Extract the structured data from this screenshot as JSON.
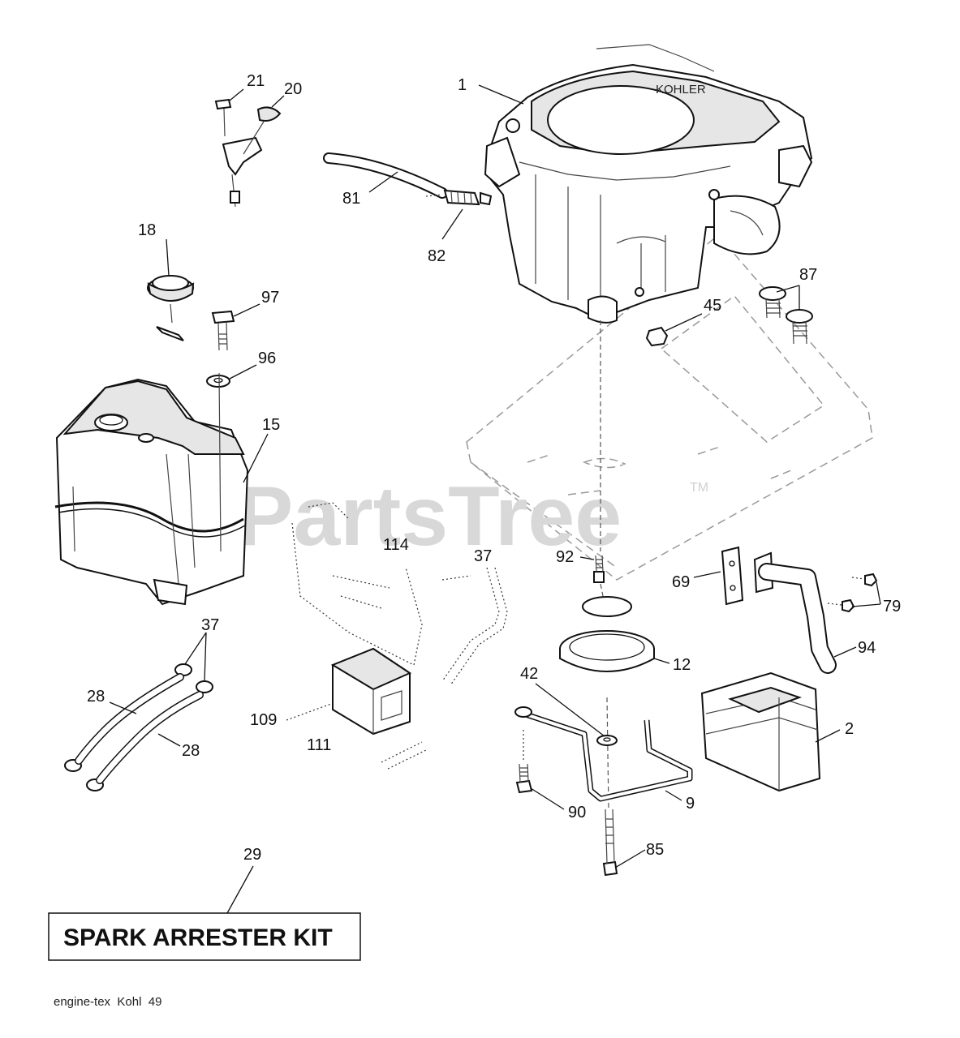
{
  "watermark": {
    "text": "PartsTree",
    "tm": "TM"
  },
  "labels": {
    "p1": "1",
    "p2": "2",
    "p9": "9",
    "p12": "12",
    "p15": "15",
    "p18": "18",
    "p20": "20",
    "p21": "21",
    "p28a": "28",
    "p28b": "28",
    "p29": "29",
    "p37a": "37",
    "p37b": "37",
    "p42": "42",
    "p45": "45",
    "p69": "69",
    "p79": "79",
    "p81": "81",
    "p82": "82",
    "p85": "85",
    "p87": "87",
    "p90": "90",
    "p92": "92",
    "p94": "94",
    "p96": "96",
    "p97": "97",
    "p109": "109",
    "p111": "111",
    "p114": "114"
  },
  "kit": {
    "label": "SPARK ARRESTER KIT"
  },
  "footer": {
    "ref": "engine-tex  Kohl  49"
  }
}
